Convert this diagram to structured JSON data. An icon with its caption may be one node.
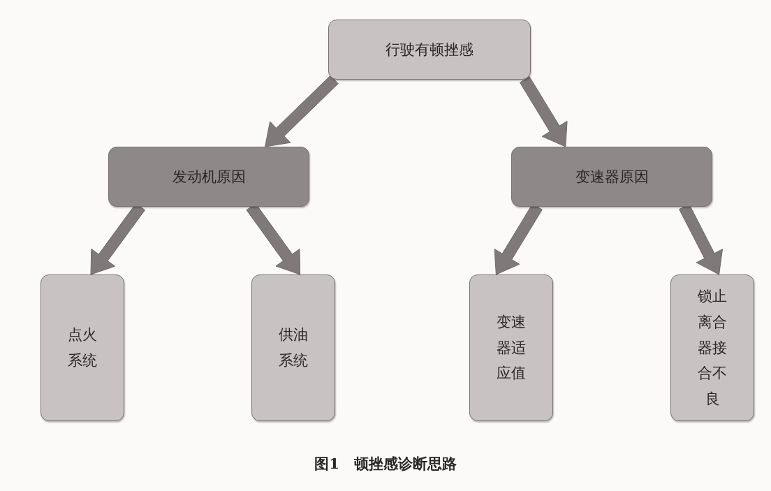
{
  "diagram": {
    "caption": "图1　顿挫感诊断思路",
    "nodes": [
      {
        "text": [
          "行驶有顿挫感"
        ]
      },
      {
        "text": [
          "发动机原因"
        ]
      },
      {
        "text": [
          "变速器原因"
        ]
      },
      {
        "text": [
          "点火系统"
        ]
      },
      {
        "text": [
          "供油系统"
        ]
      },
      {
        "text": [
          "变速器适应值"
        ]
      },
      {
        "text": [
          "锁止离合器接合不良"
        ]
      }
    ],
    "edges": [
      {
        "from": 0,
        "to": 1,
        "arrow": "to",
        "style": "thick"
      },
      {
        "from": 0,
        "to": 2,
        "arrow": "to",
        "style": "thick"
      },
      {
        "from": 1,
        "to": 3,
        "arrow": "to",
        "style": "thick"
      },
      {
        "from": 1,
        "to": 4,
        "arrow": "to",
        "style": "thick"
      },
      {
        "from": 2,
        "to": 5,
        "arrow": "to",
        "style": "thick"
      },
      {
        "from": 2,
        "to": 6,
        "arrow": "to",
        "style": "thick"
      }
    ]
  }
}
